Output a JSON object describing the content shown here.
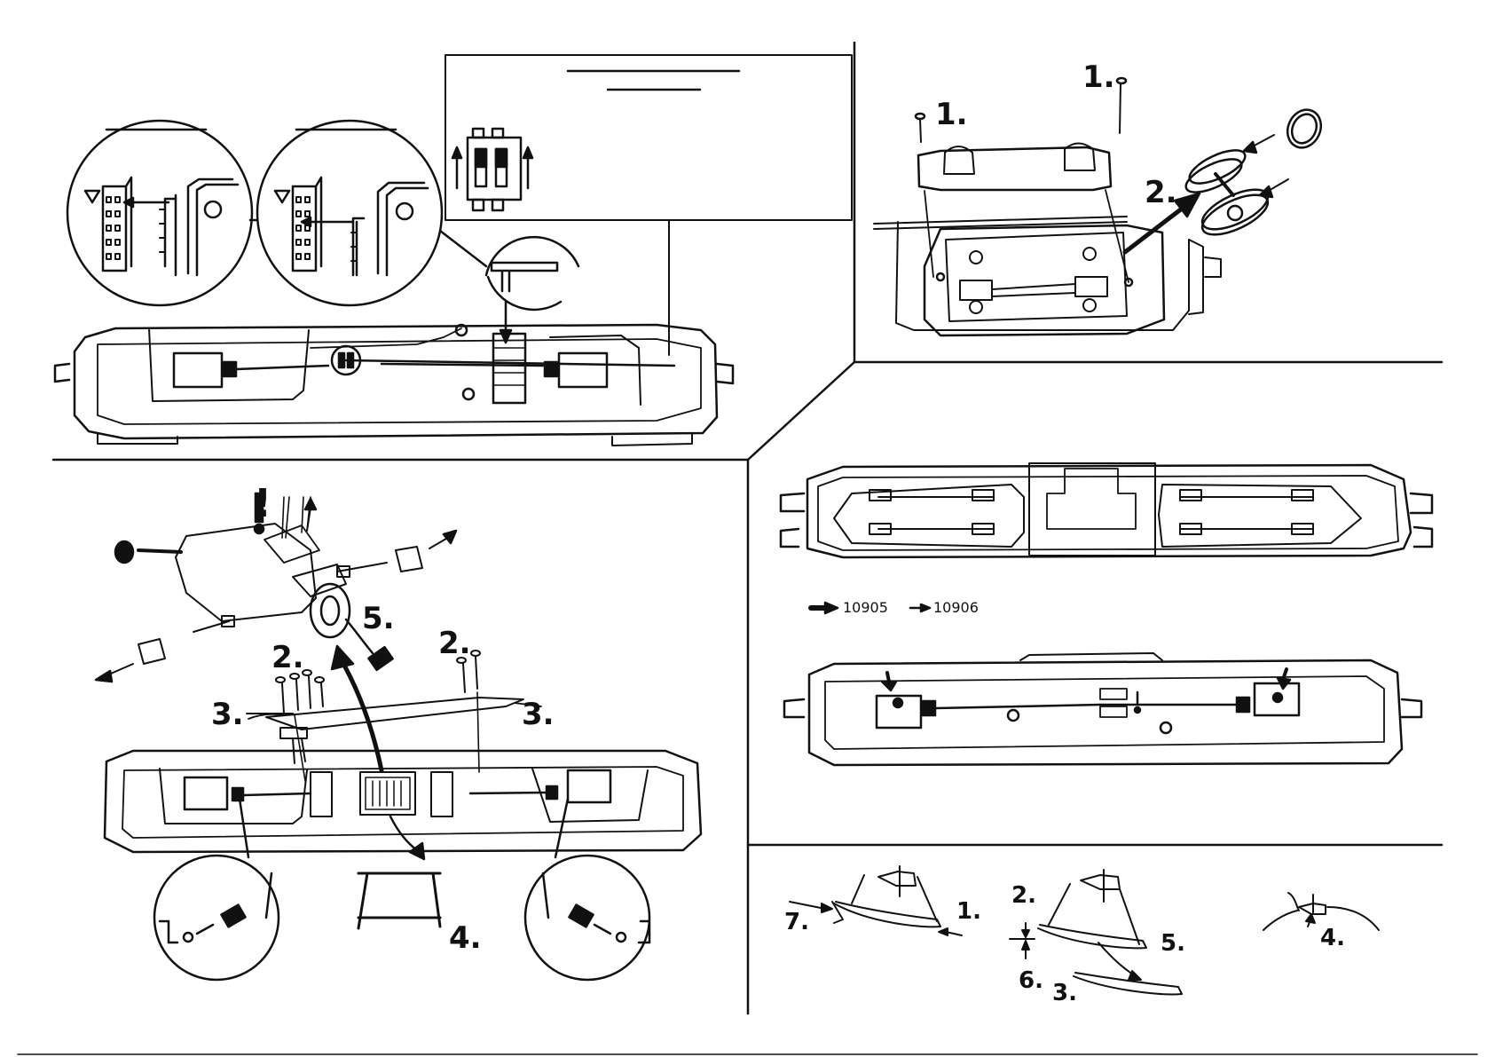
{
  "panels": {
    "dip_switch": {
      "marks": [
        "",
        "",
        ""
      ]
    },
    "wheel_swap": {
      "labels": {
        "step1_left": "1.",
        "step1_right": "1.",
        "step2": "2."
      }
    },
    "motor_removal": {
      "labels": {
        "warning": "!",
        "step2_left": "2.",
        "step2_right": "2.",
        "step3_left": "3.",
        "step3_right": "3.",
        "step4": "4.",
        "step5": "5."
      }
    },
    "traction_tires": {
      "legend": {
        "part_a": "10905",
        "part_b": "10906"
      }
    },
    "pickup_shoe": {
      "labels": {
        "step1": "1.",
        "step2": "2.",
        "step3": "3.",
        "step4": "4.",
        "step5": "5.",
        "step6": "6.",
        "step7": "7."
      }
    }
  },
  "colors": {
    "ink": "#111111",
    "paper": "#ffffff"
  }
}
